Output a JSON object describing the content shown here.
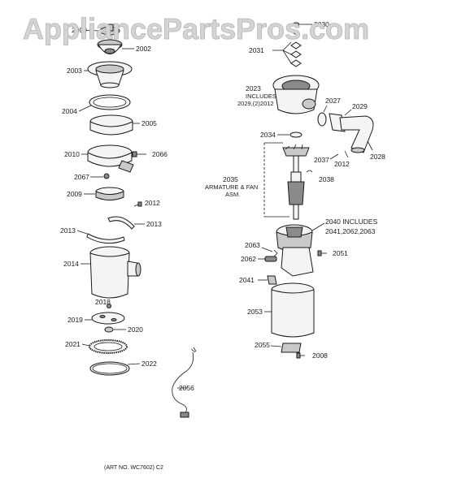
{
  "watermark": "AppliancePartsPros.com",
  "art_number": "(ART NO. WC7602) C2",
  "labels": {
    "p2000": "2000",
    "p2002": "2002",
    "p2003": "2003",
    "p2004": "2004",
    "p2005": "2005",
    "p2010": "2010",
    "p2066": "2066",
    "p2067": "2067",
    "p2009": "2009",
    "p2012a": "2012",
    "p2013a": "2013",
    "p2013b": "2013",
    "p2014": "2014",
    "p2018": "2018",
    "p2019": "2019",
    "p2020": "2020",
    "p2021": "2021",
    "p2022": "2022",
    "p2056": "2056",
    "p2030": "2030",
    "p2031": "2031",
    "p2023": "2023",
    "p2023_inc1": "INCLUDES",
    "p2023_inc2": "2029,(2)2012",
    "p2027": "2027",
    "p2029": "2029",
    "p2028": "2028",
    "p2037": "2037",
    "p2012b": "2012",
    "p2034": "2034",
    "p2038": "2038",
    "p2035": "2035",
    "p2035_l1": "ARMATURE & FAN",
    "p2035_l2": "ASM.",
    "p2040": "2040 INCLUDES",
    "p2040_inc": "2041,2062,2063",
    "p2063": "2063",
    "p2062": "2062",
    "p2051": "2051",
    "p2041": "2041",
    "p2053": "2053",
    "p2055": "2055",
    "p2008": "2008"
  }
}
